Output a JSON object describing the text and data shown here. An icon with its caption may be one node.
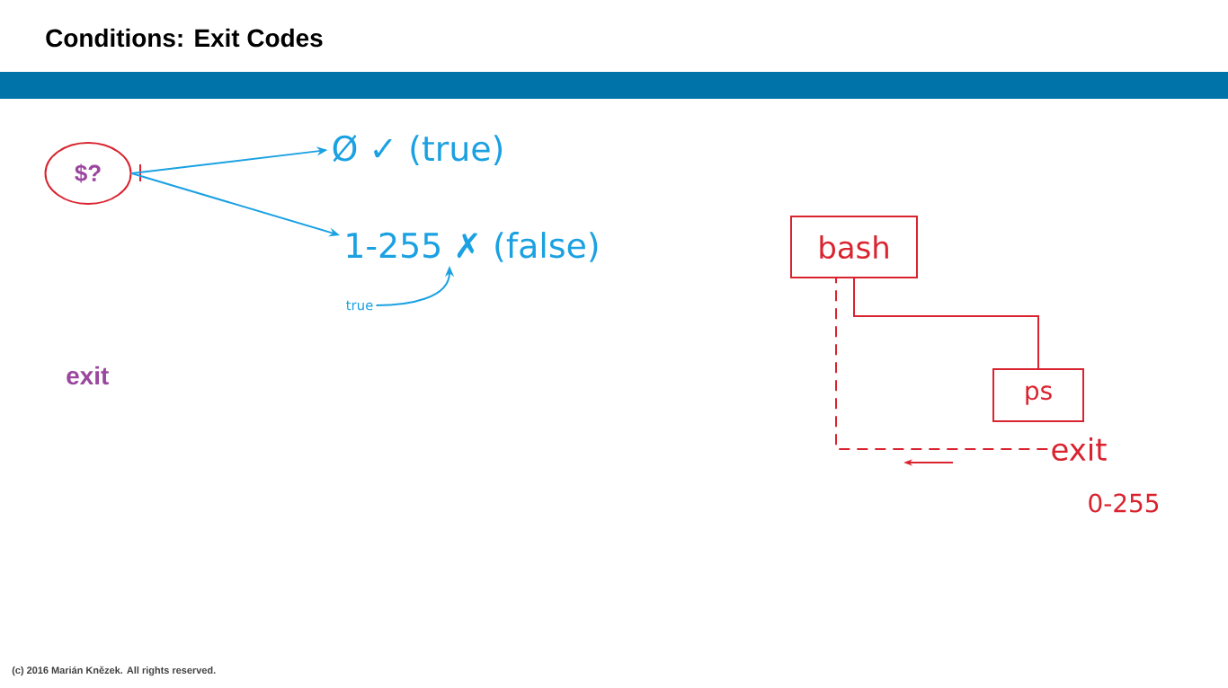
{
  "diagram": {
    "title": "Conditions: Exit Codes",
    "nodes": [
      {
        "text": [
          "$?"
        ]
      },
      {
        "text": [
          "Ø ✓ (true)"
        ]
      },
      {
        "text": [
          "1-255 ✗ (false)"
        ]
      },
      {
        "text": [
          "true"
        ]
      },
      {
        "text": [
          "bash"
        ]
      },
      {
        "text": [
          "ps"
        ]
      },
      {
        "text": [
          "exit"
        ]
      }
    ],
    "edges": [
      {
        "from": 0,
        "to": 1,
        "arrow": "to"
      },
      {
        "from": 0,
        "to": 2,
        "arrow": "to"
      },
      {
        "from": 3,
        "to": 2,
        "arrow": "to"
      },
      {
        "from": 4,
        "to": 5,
        "arrow": "none",
        "color": "#d9232f"
      },
      {
        "from": 6,
        "to": 4,
        "arrow": "none",
        "style": "dashed",
        "color": "#d9232f"
      }
    ],
    "labels": [
      "exit",
      "0-255",
      "(c) 2016 Marián Knězek. All rights reserved."
    ]
  }
}
